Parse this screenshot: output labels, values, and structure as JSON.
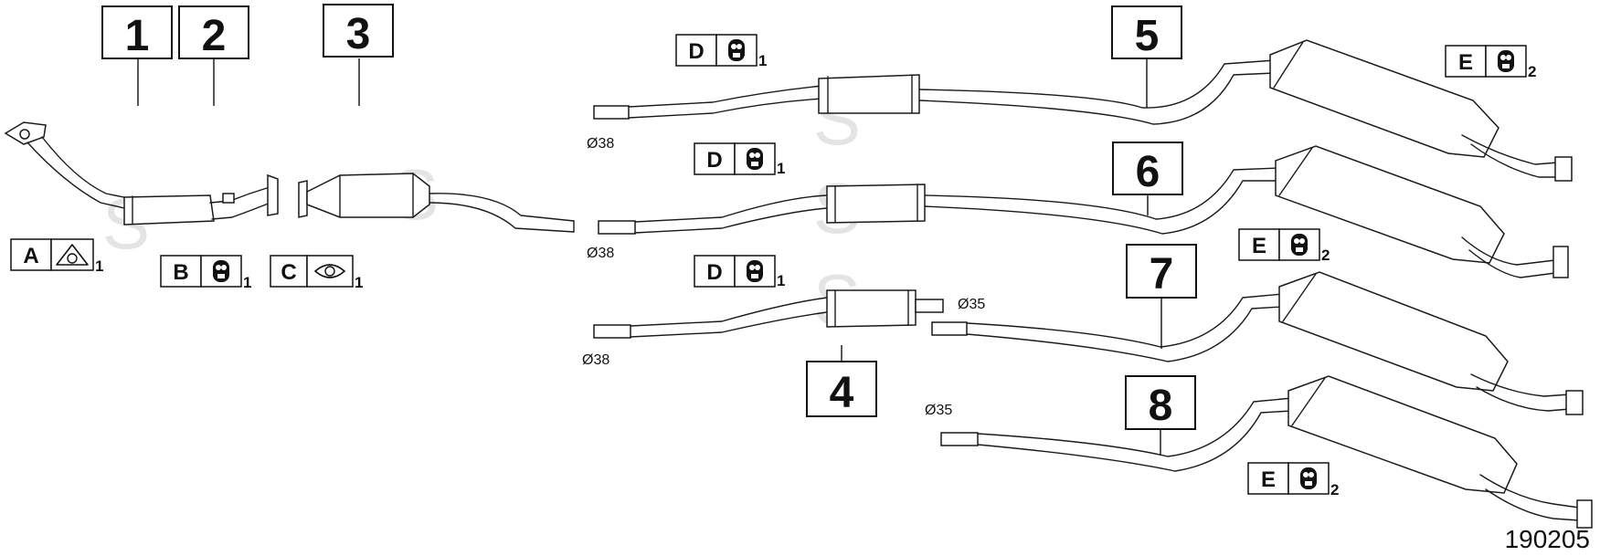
{
  "part_numbers": [
    "1",
    "2",
    "3",
    "4",
    "5",
    "6",
    "7",
    "8"
  ],
  "legend": {
    "A": {
      "letter": "A",
      "qty": "1",
      "icon": "gasket-triangle-icon"
    },
    "B": {
      "letter": "B",
      "qty": "1",
      "icon": "rubber-hanger-icon"
    },
    "C": {
      "letter": "C",
      "qty": "1",
      "icon": "gasket-oval-icon"
    },
    "D": {
      "letter": "D",
      "qty": "1",
      "icon": "rubber-hanger-icon"
    },
    "E": {
      "letter": "E",
      "qty": "2",
      "icon": "rubber-hanger-icon"
    }
  },
  "diameters": {
    "d38": "Ø38",
    "d35": "Ø35"
  },
  "watermark": "S",
  "figure_code": "190205"
}
